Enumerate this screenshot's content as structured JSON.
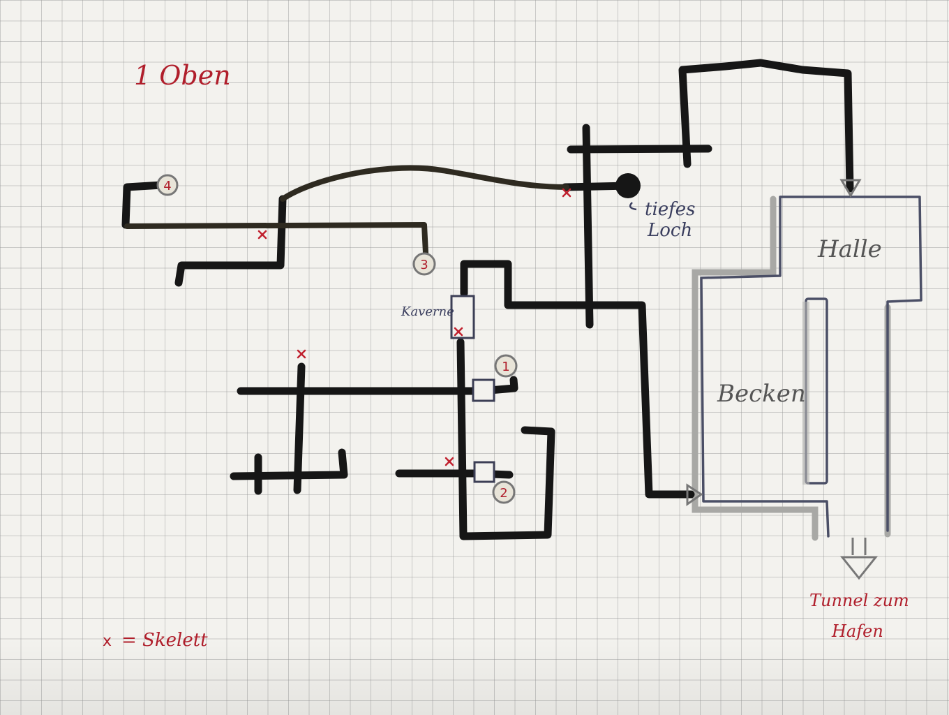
{
  "map": {
    "title": "1 Oben",
    "legend": {
      "symbol": "x",
      "text": "= Skelett"
    },
    "labels": {
      "hole": "tiefes Loch",
      "hall": "Halle",
      "pool": "Becken",
      "cavern": "Kaverne",
      "tunnel_line1": "Tunnel zum",
      "tunnel_line2": "Hafen"
    },
    "markers": [
      "1",
      "2",
      "3",
      "4"
    ],
    "skeleton_count": 6,
    "colors": {
      "ink": "#161616",
      "path_dark": "#2e2a20",
      "red_ink": "#b01e2b",
      "blue_ink": "#3a3e5e",
      "pencil": "#8a8a88"
    }
  }
}
